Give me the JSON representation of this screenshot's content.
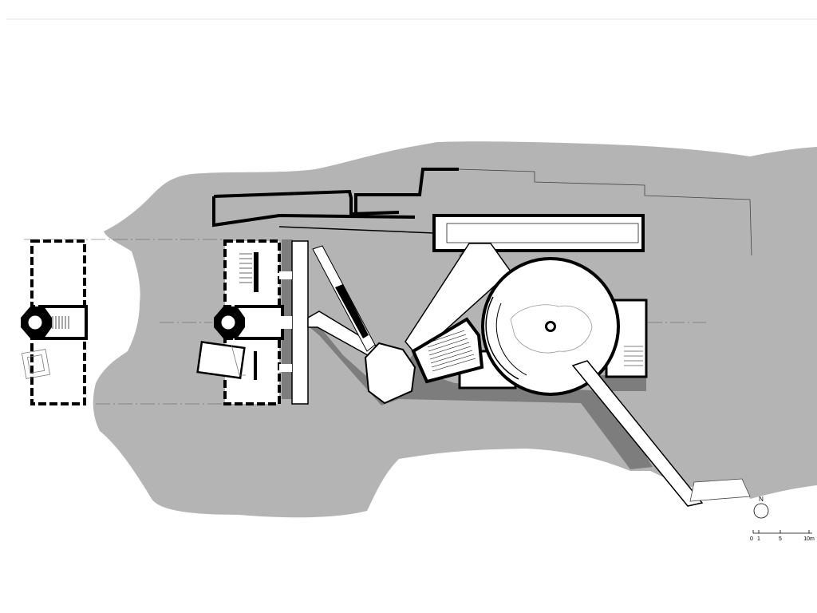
{
  "colors": {
    "background": "#ffffff",
    "terrain": "#b4b4b4",
    "building_fill": "#ffffff",
    "wall": "#000000",
    "shadow": "#7d7d7d"
  },
  "north_arrow": {
    "label": "N"
  },
  "scale_bar": {
    "unit": "m",
    "ticks": [
      "0",
      "1",
      "5",
      "10m"
    ]
  }
}
